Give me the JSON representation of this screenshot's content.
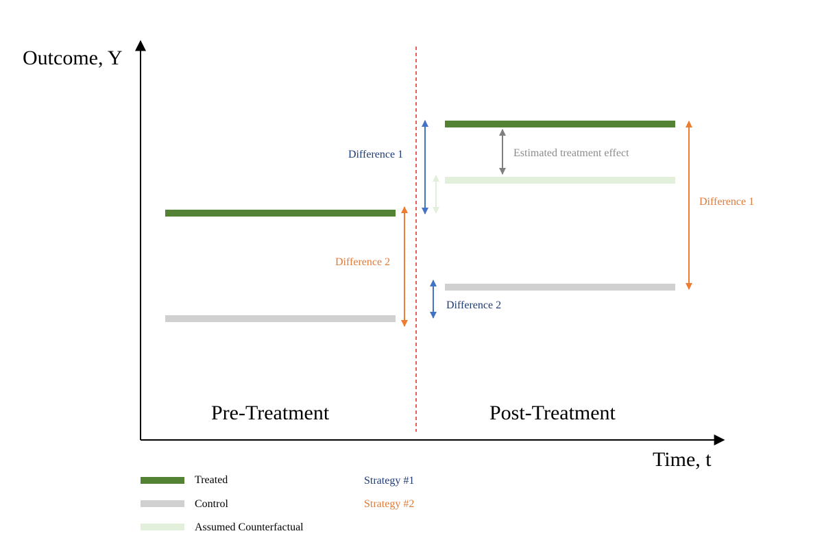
{
  "axes": {
    "y_label": "Outcome, Y",
    "x_label": "Time, t"
  },
  "periods": {
    "pre": "Pre-Treatment",
    "post": "Post-Treatment"
  },
  "annotations": {
    "strategy1_difference1": "Difference 1",
    "strategy1_difference2": "Difference 2",
    "strategy2_difference1": "Difference 1",
    "strategy2_difference2": "Difference 2",
    "estimated_effect": "Estimated treatment effect"
  },
  "legend": {
    "treated": "Treated",
    "control": "Control",
    "counterfactual": "Assumed Counterfactual",
    "strategy1": "Strategy #1",
    "strategy2": "Strategy #2"
  },
  "colors": {
    "treated": "#548235",
    "control": "#d0d0d0",
    "counterfactual": "#e2efda",
    "strategy1": "#4472c4",
    "strategy2": "#ed7d31",
    "effect_arrow": "#7f7f7f",
    "treatment_line": "#e0261f",
    "strategy1_text": "#1f3b73",
    "strategy2_text": "#e07b39"
  }
}
